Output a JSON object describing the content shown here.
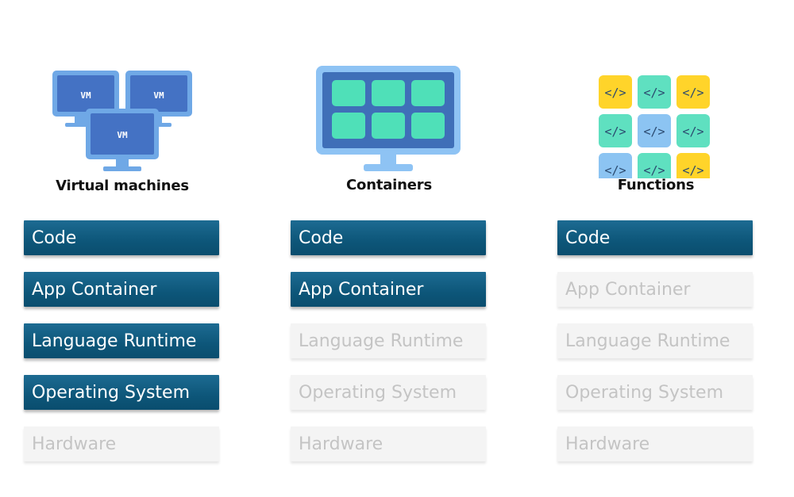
{
  "colors": {
    "active_layer": "#0d5679",
    "inactive_layer": "#f4f4f4",
    "inactive_text": "#c4c4c4",
    "vm_icon_frame": "#6fa8e6",
    "vm_icon_screen": "#4472c4",
    "container_screen": "#3f6fb8",
    "container_tile": "#4fe0b8",
    "fn_yellow": "#ffd42a",
    "fn_green": "#5fe0c0",
    "fn_blue": "#8cc4f2"
  },
  "columns": [
    {
      "title": "Virtual machines",
      "icon": "virtual-machines-icon",
      "vm_labels": [
        "VM",
        "VM",
        "VM"
      ],
      "layers": [
        {
          "label": "Code",
          "active": true
        },
        {
          "label": "App Container",
          "active": true
        },
        {
          "label": "Language Runtime",
          "active": true
        },
        {
          "label": "Operating System",
          "active": true
        },
        {
          "label": "Hardware",
          "active": false
        }
      ]
    },
    {
      "title": "Containers",
      "icon": "containers-icon",
      "layers": [
        {
          "label": "Code",
          "active": true
        },
        {
          "label": "App Container",
          "active": true
        },
        {
          "label": "Language Runtime",
          "active": false
        },
        {
          "label": "Operating System",
          "active": false
        },
        {
          "label": "Hardware",
          "active": false
        }
      ]
    },
    {
      "title": "Functions",
      "icon": "functions-icon",
      "function_glyph": "</>",
      "layers": [
        {
          "label": "Code",
          "active": true
        },
        {
          "label": "App Container",
          "active": false
        },
        {
          "label": "Language Runtime",
          "active": false
        },
        {
          "label": "Operating System",
          "active": false
        },
        {
          "label": "Hardware",
          "active": false
        }
      ]
    }
  ]
}
